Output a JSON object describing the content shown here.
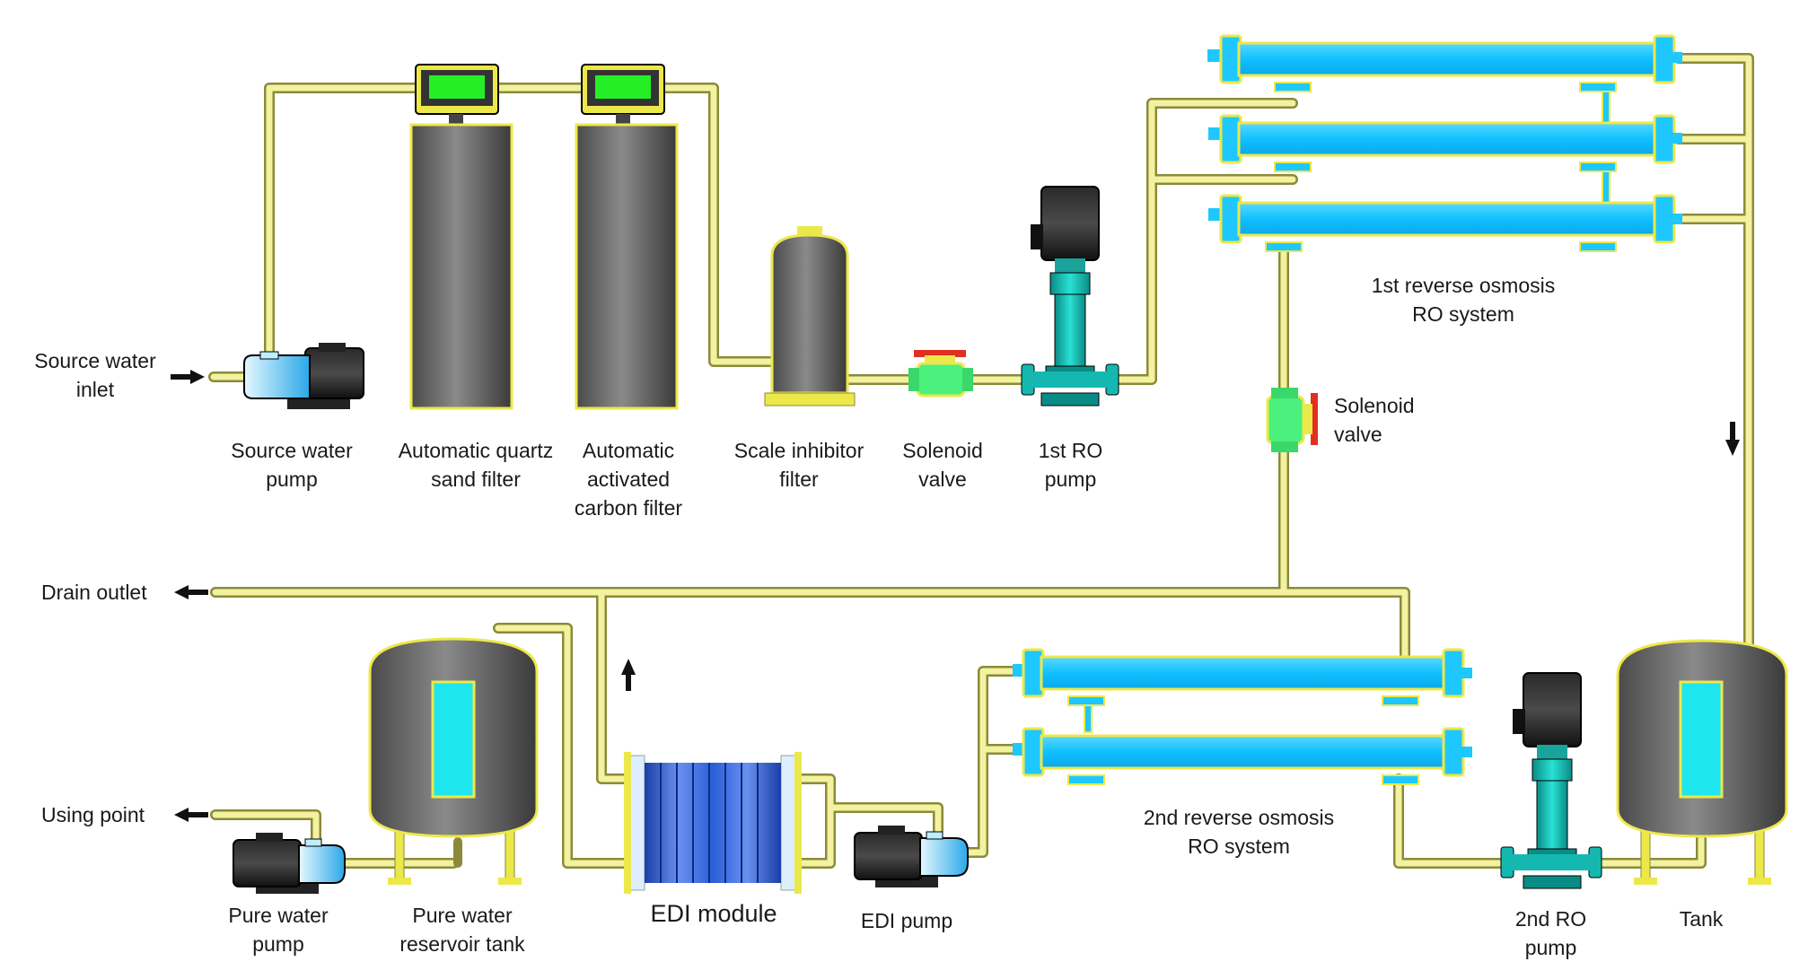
{
  "labels": {
    "source_water_inlet": [
      "Source water",
      "inlet"
    ],
    "source_water_pump": [
      "Source water",
      "pump"
    ],
    "quartz_filter": [
      "Automatic quartz",
      "sand filter"
    ],
    "carbon_filter": [
      "Automatic",
      "activated",
      "carbon filter"
    ],
    "scale_filter": [
      "Scale inhibitor",
      "filter"
    ],
    "solenoid_valve_1": [
      "Solenoid",
      "valve"
    ],
    "ro_pump_1": [
      "1st RO",
      "pump"
    ],
    "ro_system_1": [
      "1st reverse osmosis",
      "RO system"
    ],
    "solenoid_valve_2": [
      "Solenoid",
      "valve"
    ],
    "drain_outlet": "Drain outlet",
    "using_point": "Using point",
    "pure_water_pump": [
      "Pure water",
      "pump"
    ],
    "reservoir_tank": [
      "Pure water",
      "reservoir tank"
    ],
    "edi_module": "EDI module",
    "edi_pump": "EDI pump",
    "ro_system_2": [
      "2nd reverse osmosis",
      "RO system"
    ],
    "ro_pump_2": [
      "2nd RO",
      "pump"
    ],
    "tank": "Tank"
  },
  "colors": {
    "pipe": "#f2f2a0",
    "pipe_outline": "#8a8a3a",
    "membrane": "#1ec8ff",
    "membrane_outline": "#e8f060",
    "tank_gray": "#6e6e6e",
    "window_cyan": "#1ee6ee",
    "pump_teal": "#14b8b0",
    "motor_black": "#1c1c1c",
    "display_green": "#22e022",
    "valve_green": "#4cf07c",
    "valve_red": "#e03020",
    "edi_blue": "#2a5ed8"
  }
}
